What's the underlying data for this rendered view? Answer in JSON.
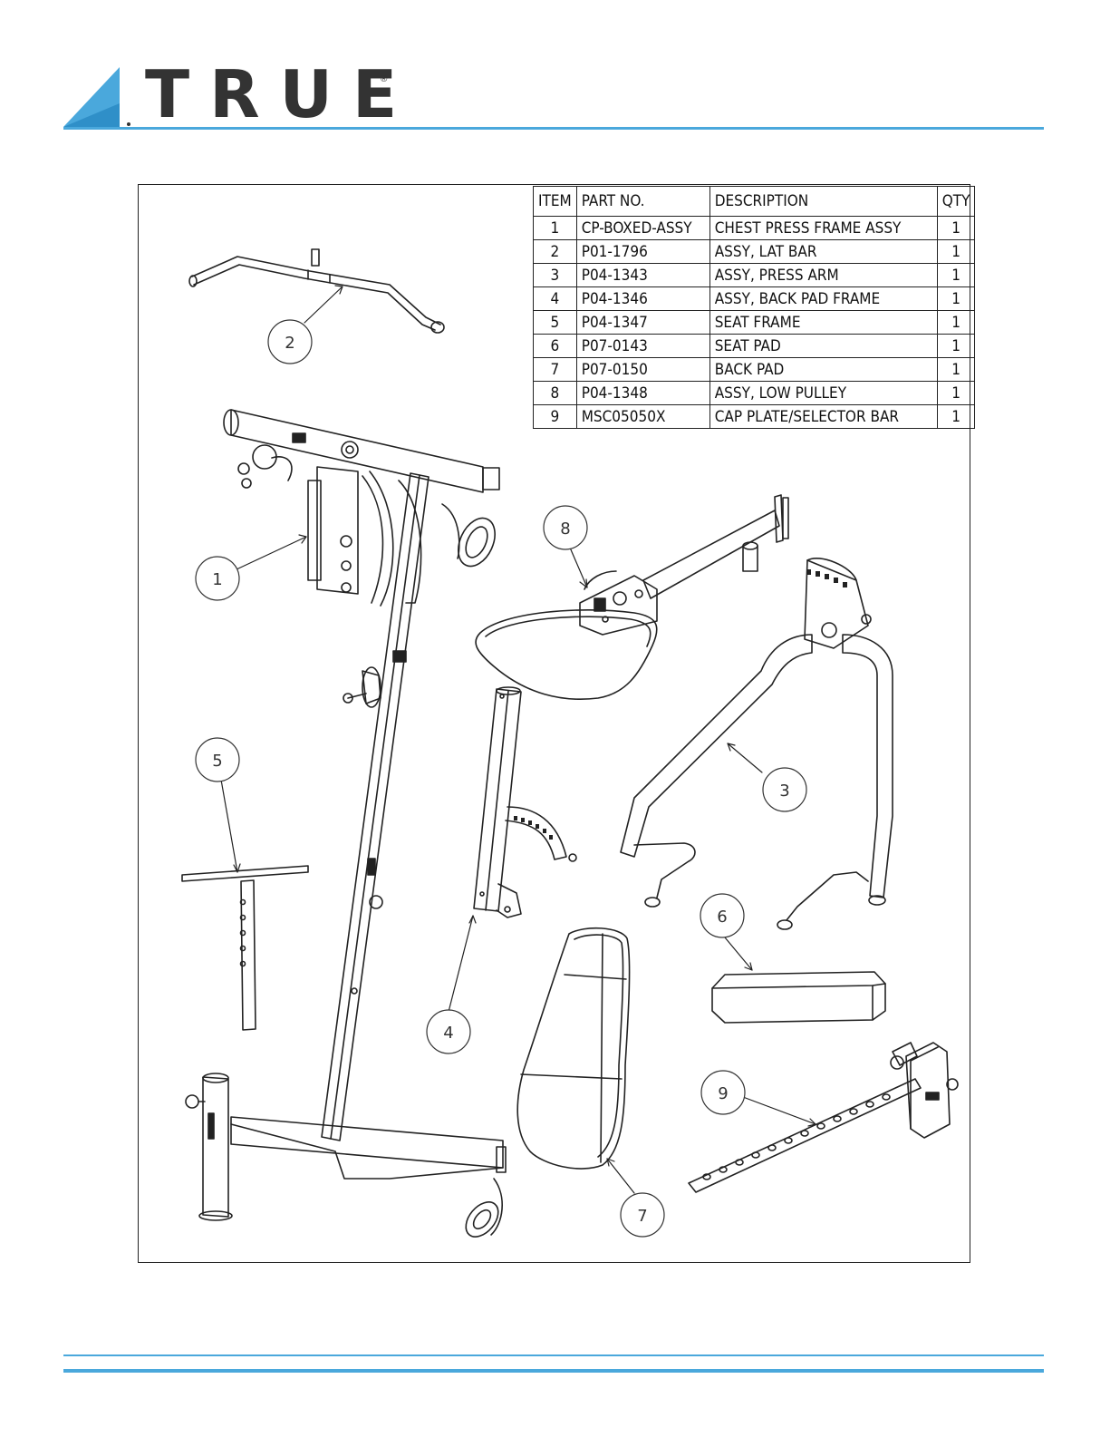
{
  "brand": {
    "name": "TRUE",
    "registered": "®"
  },
  "colors": {
    "accent": "#4aa8dc",
    "ink": "#222222",
    "logo_text": "#333333"
  },
  "parts_table": {
    "headers": {
      "item": "ITEM",
      "part_no": "PART NO.",
      "description": "DESCRIPTION",
      "qty": "QTY"
    },
    "rows": [
      {
        "item": "1",
        "part_no": "CP-BOXED-ASSY",
        "description": "CHEST PRESS FRAME ASSY",
        "qty": "1"
      },
      {
        "item": "2",
        "part_no": "P01-1796",
        "description": "ASSY, LAT BAR",
        "qty": "1"
      },
      {
        "item": "3",
        "part_no": "P04-1343",
        "description": "ASSY, PRESS ARM",
        "qty": "1"
      },
      {
        "item": "4",
        "part_no": "P04-1346",
        "description": "ASSY, BACK PAD FRAME",
        "qty": "1"
      },
      {
        "item": "5",
        "part_no": "P04-1347",
        "description": "SEAT FRAME",
        "qty": "1"
      },
      {
        "item": "6",
        "part_no": "P07-0143",
        "description": "SEAT PAD",
        "qty": "1"
      },
      {
        "item": "7",
        "part_no": "P07-0150",
        "description": "BACK PAD",
        "qty": "1"
      },
      {
        "item": "8",
        "part_no": "P04-1348",
        "description": "ASSY, LOW PULLEY",
        "qty": "1"
      },
      {
        "item": "9",
        "part_no": "MSC05050X",
        "description": "CAP PLATE/SELECTOR BAR",
        "qty": "1"
      }
    ]
  },
  "callouts": {
    "c1": "1",
    "c2": "2",
    "c3": "3",
    "c4": "4",
    "c5": "5",
    "c6": "6",
    "c7": "7",
    "c8": "8",
    "c9": "9"
  }
}
